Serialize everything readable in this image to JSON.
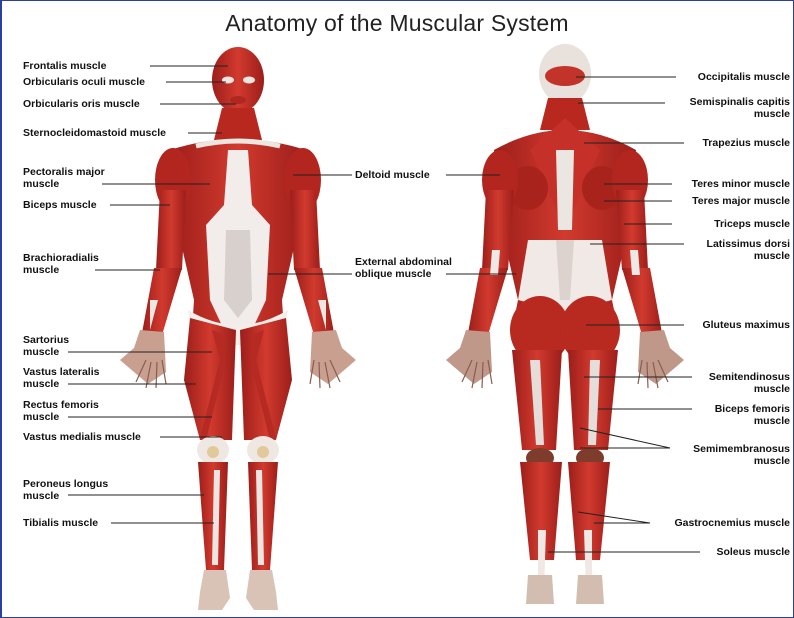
{
  "title": "Anatomy of the Muscular System",
  "colors": {
    "border": "#2b3fa0",
    "muscle": "#c8302a",
    "tendon": "#e9e4df"
  },
  "labels": {
    "frontalis": "Frontalis muscle",
    "orbicularis_oculi": "Orbicularis oculi muscle",
    "orbicularis_oris": "Orbicularis oris muscle",
    "sternocleidomastoid": "Sternocleidomastoid muscle",
    "pectoralis_1": "Pectoralis major",
    "pectoralis_2": "muscle",
    "biceps": "Biceps muscle",
    "brachioradialis_1": "Brachioradialis",
    "brachioradialis_2": "muscle",
    "sartorius_1": "Sartorius",
    "sartorius_2": "muscle",
    "vastus_lateralis_1": "Vastus lateralis",
    "vastus_lateralis_2": "muscle",
    "rectus_femoris_1": "Rectus femoris",
    "rectus_femoris_2": "muscle",
    "vastus_medialis": "Vastus medialis muscle",
    "peroneus_1": "Peroneus longus",
    "peroneus_2": "muscle",
    "tibialis": "Tibialis muscle",
    "deltoid": "Deltoid muscle",
    "ext_oblique_1": "External abdominal",
    "ext_oblique_2": "oblique muscle",
    "occipitalis": "Occipitalis muscle",
    "semispinalis_1": "Semispinalis capitis",
    "semispinalis_2": "muscle",
    "trapezius": "Trapezius muscle",
    "teres_minor": "Teres minor muscle",
    "teres_major": "Teres major muscle",
    "triceps": "Triceps muscle",
    "latissimus_1": "Latissimus dorsi",
    "latissimus_2": "muscle",
    "gluteus": "Gluteus maximus",
    "semitendinosus_1": "Semitendinosus",
    "semitendinosus_2": "muscle",
    "biceps_femoris_1": "Biceps femoris",
    "biceps_femoris_2": "muscle",
    "semimembranosus_1": "Semimembranosus",
    "semimembranosus_2": "muscle",
    "gastrocnemius": "Gastrocnemius muscle",
    "soleus": "Soleus muscle"
  }
}
